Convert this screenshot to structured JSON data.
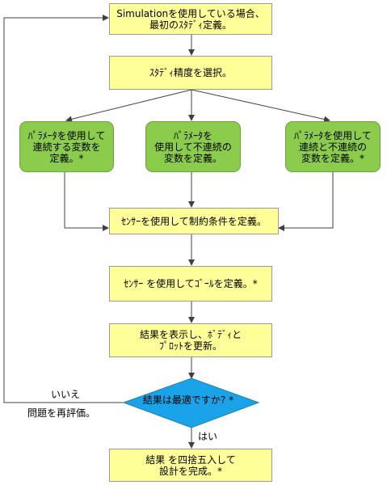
{
  "nodes": {
    "start": "Simulationを使用している場合、\n最初のｽﾀﾃﾞｨ定義。",
    "precision": "ｽﾀﾃﾞｨ精度を選択。",
    "param_continuous": "ﾊﾟﾗﾒｰﾀを使用して\n連続する変数を\n定義。*",
    "param_discrete": "ﾊﾟﾗﾒｰﾀを\n使用して不連続の\n変数を定義。",
    "param_mixed": "ﾊﾟﾗﾒｰﾀを使用して\n連続と不連続の\n変数を定義。*",
    "constraints": "ｾﾝｻｰを使用して制約条件を定義。",
    "goals": "ｾﾝｻｰ を使用してｺﾞｰﾙを定義。*",
    "results": "結果を表示し、ﾎﾞﾃﾞｨと\nﾌﾟﾛｯﾄを更新。",
    "decision": "結果は最適ですか? *",
    "finalize": "結果 を四捨五入して\n設計を完成。*"
  },
  "labels": {
    "no": "いいえ",
    "reevaluate": "問題を再評価。",
    "yes": "はい"
  },
  "colors": {
    "process_fill": "#ffff99",
    "parameter_fill": "#8ccc4c",
    "decision_fill": "#1aa3e8",
    "arrow": "#404040"
  }
}
